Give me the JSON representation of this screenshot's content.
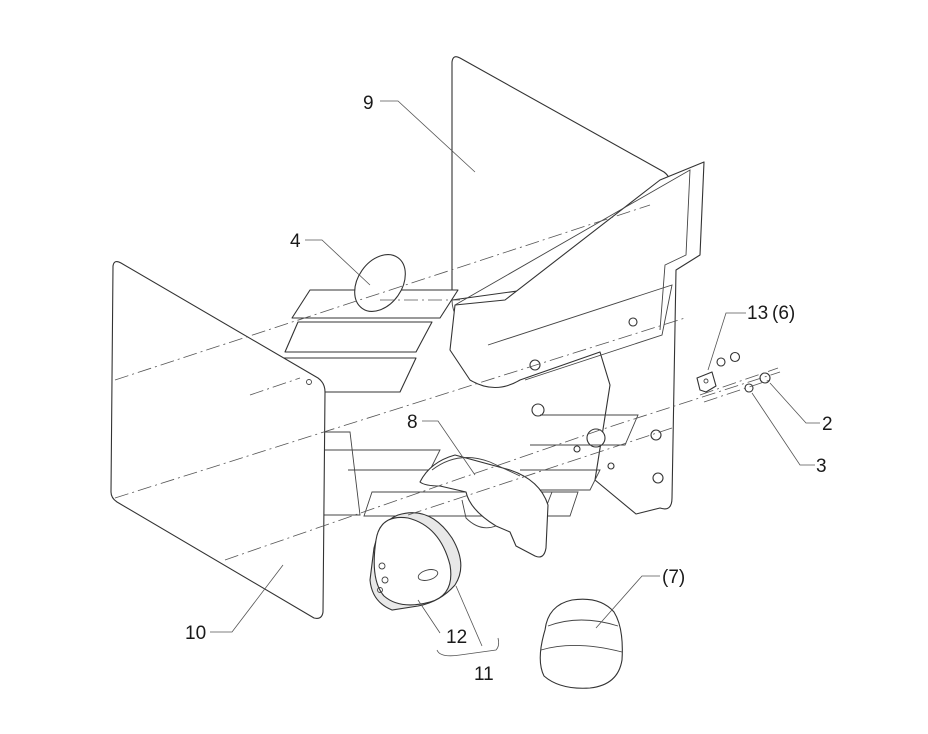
{
  "callouts": {
    "c1": "9",
    "c2": "4",
    "c3": "13",
    "c3_suffix": "(6)",
    "c4": "8",
    "c5": "2",
    "c6": "3",
    "c7": "(7)",
    "c8": "10",
    "c9": "12",
    "c10": "11"
  },
  "colors": {
    "line": "#333333",
    "fill": "#ffffff",
    "shade": "#e8e8e8"
  }
}
